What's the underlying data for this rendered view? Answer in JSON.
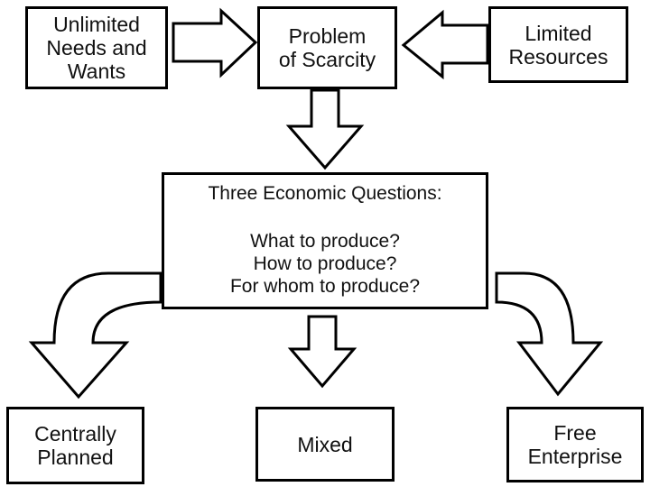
{
  "boxes": {
    "needs": [
      "Unlimited",
      "Needs and",
      "Wants"
    ],
    "scarcity": [
      "Problem",
      "of Scarcity"
    ],
    "resources": [
      "Limited",
      "Resources"
    ],
    "questions": {
      "heading": "Three Economic Questions:",
      "items": [
        "What to produce?",
        "How to produce?",
        "For whom to produce?"
      ]
    },
    "centrally": [
      "Centrally",
      "Planned"
    ],
    "mixed": [
      "Mixed"
    ],
    "free": [
      "Free",
      "Enterprise"
    ]
  }
}
